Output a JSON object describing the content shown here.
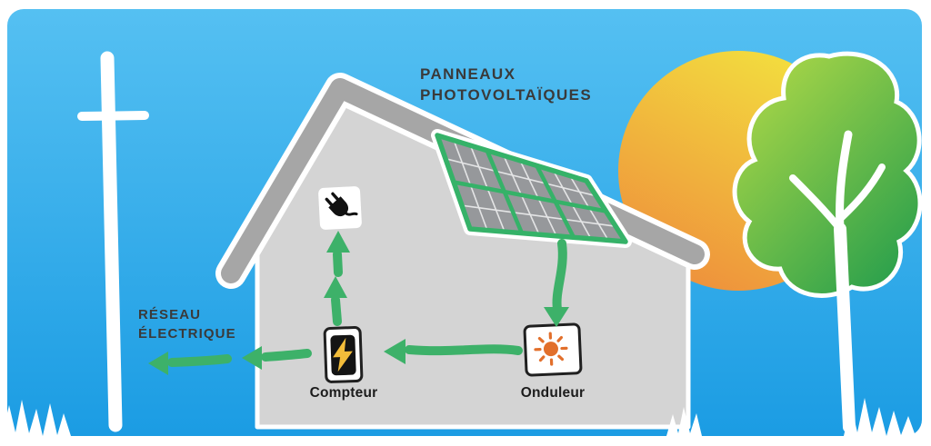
{
  "diagram": {
    "panels_label": {
      "line1": "PANNEAUX",
      "line2": "PHOTOVOLTAÏQUES"
    },
    "grid_label": {
      "line1": "RÉSEAU",
      "line2": "ÉLECTRIQUE"
    },
    "meter_label": "Compteur",
    "inverter_label": "Onduleur"
  },
  "icons": {
    "plug": "plug-icon",
    "meter": "lightning-bolt-meter-icon",
    "inverter": "sun-symbol-inverter-icon",
    "utility_pole": "utility-pole",
    "sun": "sun",
    "tree": "tree",
    "house": "house",
    "solar_panel": "solar-panel-grid",
    "grass": "grass-tufts",
    "arrows": "green-energy-flow-arrows"
  },
  "colors": {
    "sky_top": "#55c0f2",
    "sky_bottom": "#1b9ce3",
    "arrow_green": "#3db169",
    "panel_green": "#35b268",
    "sun_yellow": "#f3de3e",
    "sun_orange": "#ee8d3c",
    "tree_light_green": "#b8dc46",
    "tree_dark_green": "#2aa04c",
    "house_wall_gray": "#d4d4d4",
    "house_roof_gray": "#a6a6a6",
    "panel_cell_gray": "#96989b",
    "bolt_yellow": "#f3bd3a",
    "icon_orange": "#e26f2b",
    "label_text": "#3a3a3a"
  }
}
